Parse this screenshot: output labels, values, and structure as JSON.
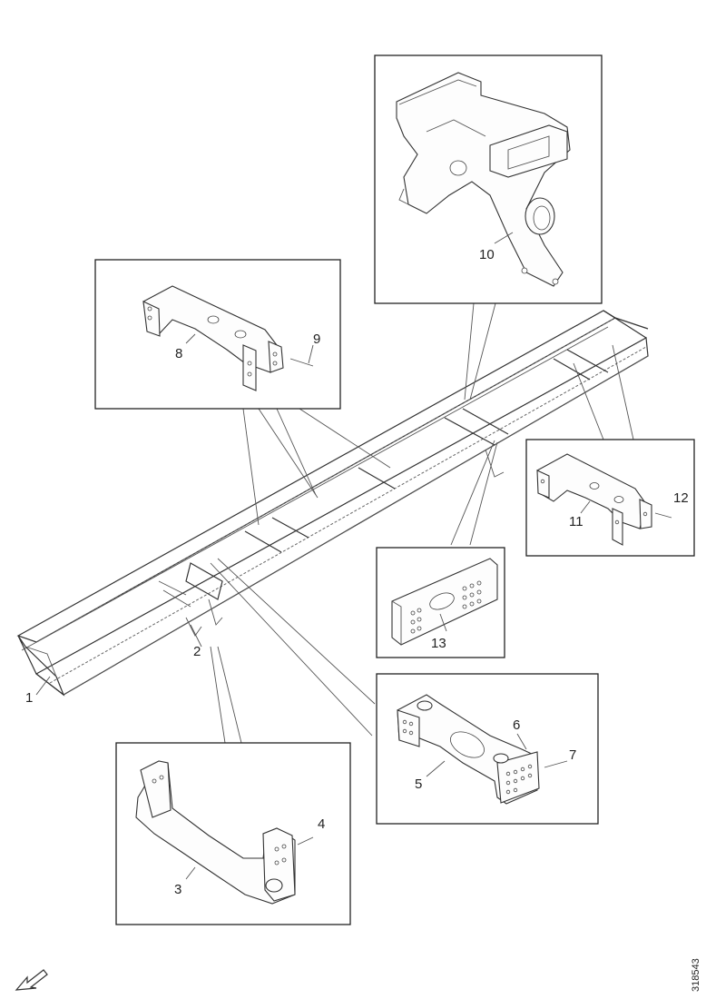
{
  "callouts": {
    "c1": "1",
    "c2": "2",
    "c3": "3",
    "c4": "4",
    "c5": "5",
    "c6": "6",
    "c7": "7",
    "c8": "8",
    "c9": "9",
    "c10": "10",
    "c11": "11",
    "c12": "12",
    "c13": "13"
  },
  "reference_number": "318543"
}
